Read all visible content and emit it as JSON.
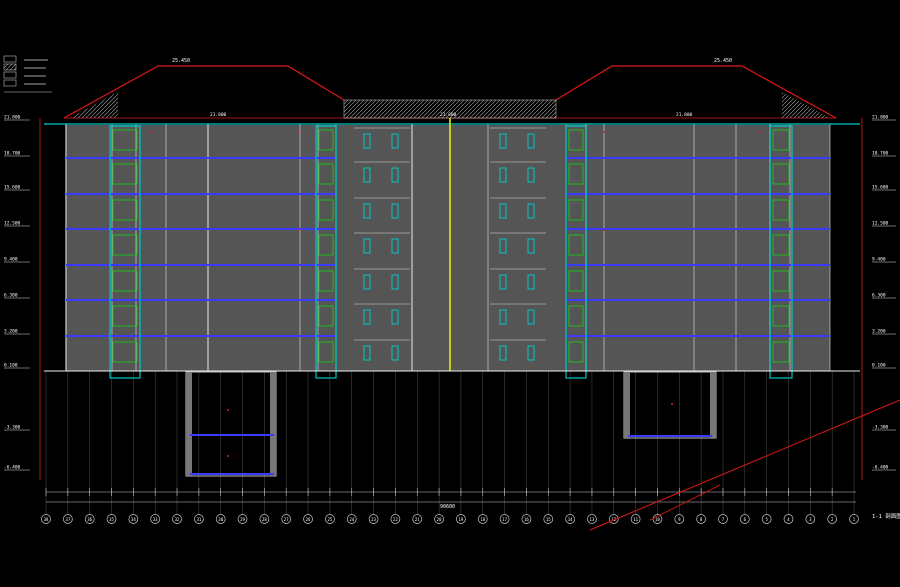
{
  "drawing": {
    "roof_labels": [
      "25.450",
      "25.450"
    ],
    "top_level_label": "21.800",
    "top_span_labels": [
      "21.800",
      "21.800",
      "21.800"
    ],
    "title_tag": "1-1 剖面图",
    "level_marks": [
      "21.800",
      "18.700",
      "15.600",
      "12.500",
      "9.400",
      "6.300",
      "3.200",
      "0.100",
      "-3.300",
      "-6.400"
    ],
    "axis_bubbles": [
      "38",
      "37",
      "36",
      "35",
      "34",
      "33",
      "32",
      "31",
      "30",
      "29",
      "28",
      "27",
      "26",
      "25",
      "24",
      "23",
      "22",
      "21",
      "20",
      "19",
      "18",
      "17",
      "16",
      "15",
      "14",
      "13",
      "12",
      "11",
      "10",
      "9",
      "8",
      "7",
      "6",
      "5",
      "4",
      "3",
      "2",
      "1"
    ],
    "bottom_dimension": "90600",
    "legend_items": [
      "",
      "",
      "",
      ""
    ],
    "colors": {
      "background": "#000000",
      "fill": "#555555",
      "slab": "#3b3bff",
      "roof": "#e01818",
      "dim_red": "#d82020",
      "column": "#d0d0d0",
      "window": "#00c8c8",
      "green": "#18c818",
      "center_axis": "#e8e800",
      "text": "#ffffff"
    }
  }
}
